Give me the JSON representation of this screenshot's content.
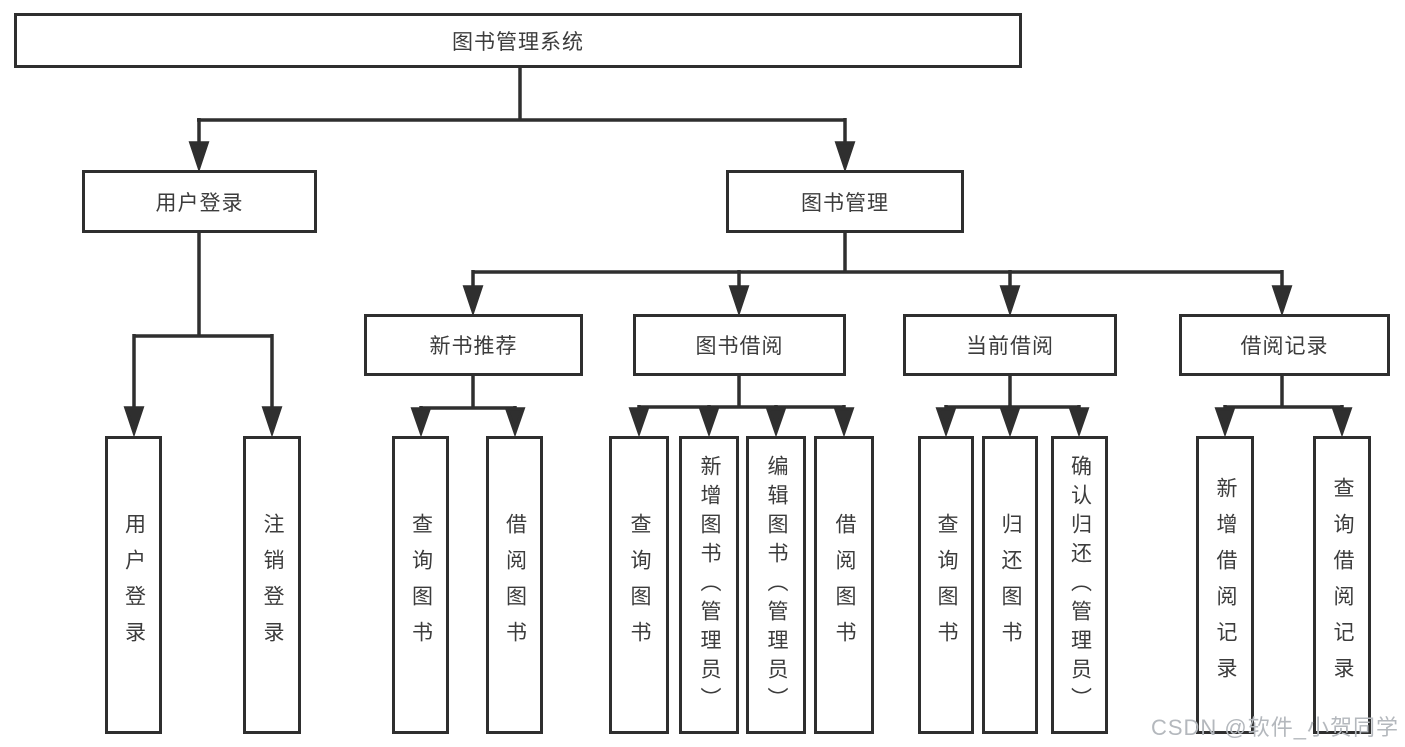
{
  "tree": {
    "root": {
      "label": "图书管理系统",
      "children": [
        {
          "label": "用户登录",
          "children": [
            {
              "label": "用户登录"
            },
            {
              "label": "注销登录"
            }
          ]
        },
        {
          "label": "图书管理",
          "children": [
            {
              "label": "新书推荐",
              "children": [
                {
                  "label": "查询图书"
                },
                {
                  "label": "借阅图书"
                }
              ]
            },
            {
              "label": "图书借阅",
              "children": [
                {
                  "label": "查询图书"
                },
                {
                  "label": "新增图书（管理员）"
                },
                {
                  "label": "编辑图书（管理员）"
                },
                {
                  "label": "借阅图书"
                }
              ]
            },
            {
              "label": "当前借阅",
              "children": [
                {
                  "label": "查询图书"
                },
                {
                  "label": "归还图书"
                },
                {
                  "label": "确认归还（管理员）"
                }
              ]
            },
            {
              "label": "借阅记录",
              "children": [
                {
                  "label": "新增借阅记录"
                },
                {
                  "label": "查询借阅记录"
                }
              ]
            }
          ]
        }
      ]
    }
  },
  "watermark": {
    "text": "CSDN @软件_小贺同学"
  },
  "colors": {
    "line": "#2f2f2f",
    "text": "#3c3c3c",
    "watermark_text": "#b4b8bd",
    "background": "#ffffff"
  }
}
